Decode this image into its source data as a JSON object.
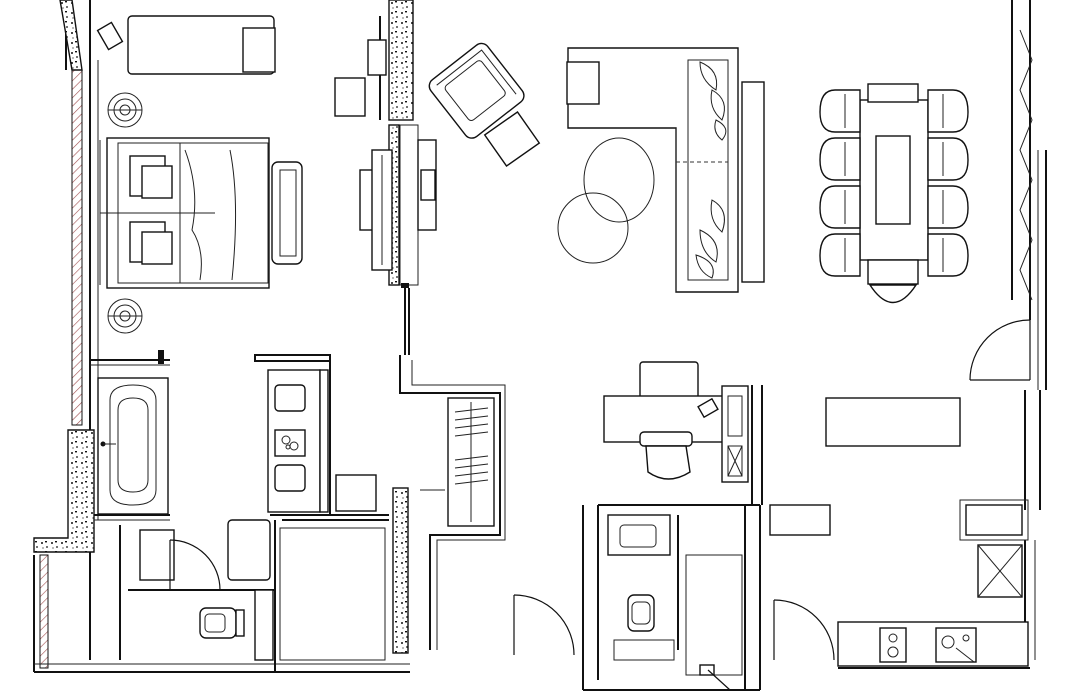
{
  "drawing": {
    "type": "apartment floor plan",
    "style": "black line drawing on white",
    "colors": {
      "line": "#111111",
      "background": "#ffffff"
    }
  },
  "rooms": [
    {
      "id": "bedroom",
      "furniture": [
        "double-bed",
        "pillows",
        "nightstand-lamps",
        "bench",
        "armchair",
        "side-table",
        "tv-console"
      ]
    },
    {
      "id": "bathroom",
      "furniture": [
        "bathtub",
        "vanity-double-sink",
        "toilet",
        "shower"
      ]
    },
    {
      "id": "wardrobe",
      "furniture": [
        "hanging-rail"
      ]
    },
    {
      "id": "living-room",
      "furniture": [
        "l-shaped-sofa",
        "round-coffee-tables",
        "lounge-chair",
        "ottoman",
        "console",
        "side-table"
      ]
    },
    {
      "id": "dining",
      "furniture": [
        "dining-table",
        "dining-chairs"
      ]
    },
    {
      "id": "study",
      "furniture": [
        "desk",
        "desk-chair",
        "sideboard"
      ]
    },
    {
      "id": "guest-wc",
      "furniture": [
        "toilet",
        "basin"
      ]
    },
    {
      "id": "kitchenette",
      "furniture": [
        "cooktop",
        "sink",
        "fridge"
      ]
    }
  ]
}
